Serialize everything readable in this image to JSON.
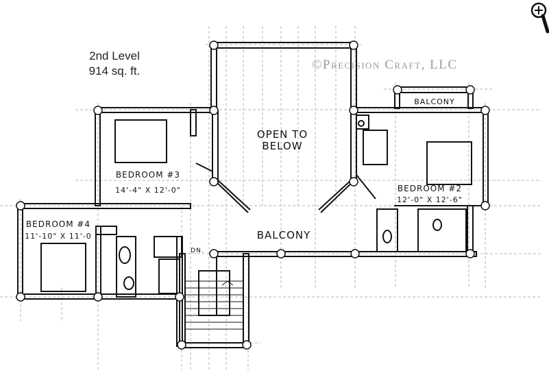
{
  "header": {
    "level_line1": "2nd Level",
    "level_line2": "914 sq. ft.",
    "copyright": "©Precision Craft, LLC"
  },
  "toolbar": {
    "zoom_icon": "magnifier-plus-icon"
  },
  "rooms": {
    "open_to_below_line1": "OPEN TO",
    "open_to_below_line2": "BELOW",
    "balcony_center": "BALCONY",
    "balcony_top": "BALCONY",
    "bedroom2_name": "BEDROOM #2",
    "bedroom2_dims": "12'-0\" X 12'-6\"",
    "bedroom3_name": "BEDROOM #3",
    "bedroom3_dims": "14'-4\" X 12'-0\"",
    "bedroom4_name": "BEDROOM #4",
    "bedroom4_dims": "11'-10\" X 11'-0",
    "stair_dn": "DN."
  },
  "colors": {
    "line": "#111111",
    "grid": "#b5b5b5",
    "copyright": "#9a9a9a"
  }
}
